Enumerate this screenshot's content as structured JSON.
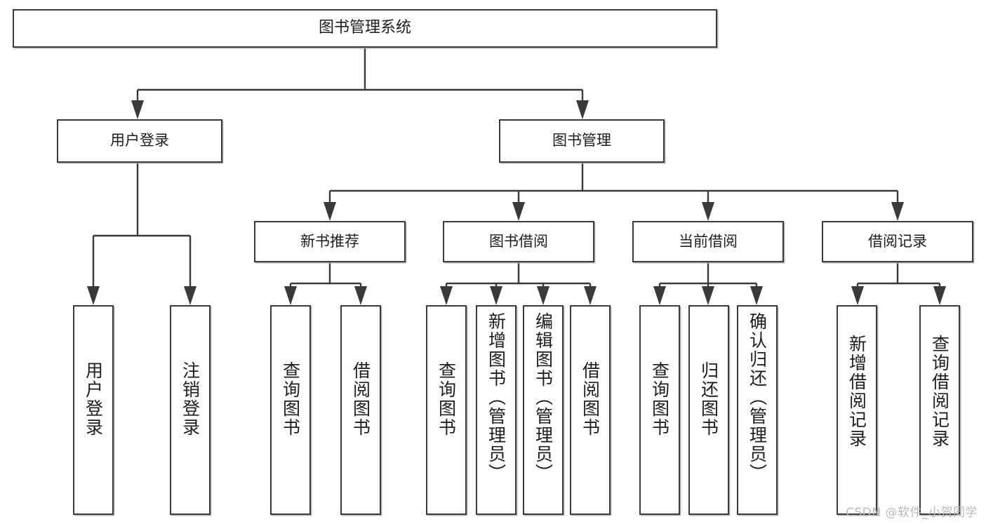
{
  "diagram": {
    "type": "tree",
    "title": "图书管理系统",
    "orientation": "top-down",
    "colors": {
      "box_border": "#3a3a3a",
      "box_fill": "#ffffff",
      "connector": "#3a3a3a",
      "watermark": "#b9b9b9"
    }
  },
  "root": {
    "label": "图书管理系统"
  },
  "level2": [
    {
      "label": "用户登录"
    },
    {
      "label": "图书管理"
    }
  ],
  "level3": [
    {
      "label": "新书推荐"
    },
    {
      "label": "图书借阅"
    },
    {
      "label": "当前借阅"
    },
    {
      "label": "借阅记录"
    }
  ],
  "leaves": {
    "user_login": [
      {
        "label": "用户登录"
      },
      {
        "label": "注销登录"
      }
    ],
    "new_book": [
      {
        "label": "查询图书"
      },
      {
        "label": "借阅图书"
      }
    ],
    "book_borrow": [
      {
        "label": "查询图书"
      },
      {
        "label": "新增图书（管理员）"
      },
      {
        "label": "编辑图书（管理员）"
      },
      {
        "label": "借阅图书"
      }
    ],
    "current_borrow": [
      {
        "label": "查询图书"
      },
      {
        "label": "归还图书"
      },
      {
        "label": "确认归还（管理员）"
      }
    ],
    "borrow_record": [
      {
        "label": "新增借阅记录"
      },
      {
        "label": "查询借阅记录"
      }
    ]
  },
  "watermark": {
    "text": "CSDN @软件_小贺同学"
  }
}
